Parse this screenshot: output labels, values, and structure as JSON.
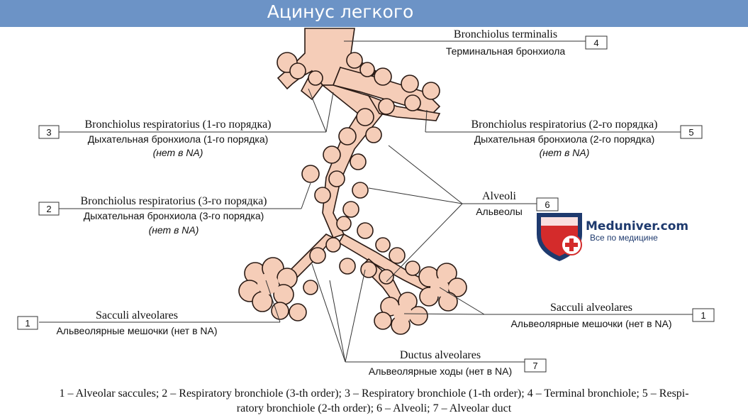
{
  "title": "Ацинус легкого",
  "labels": {
    "terminal": {
      "latin": "Bronchiolus terminalis",
      "rus": "Терминальная бронхиола",
      "num": "4"
    },
    "resp1": {
      "latin": "Bronchiolus respiratorius (1-го порядка)",
      "rus": "Дыхательная бронхиола (1-го порядка)",
      "note": "(нет в NA)",
      "num": "3"
    },
    "resp2": {
      "latin": "Bronchiolus respiratorius (2-го порядка)",
      "rus": "Дыхательная бронхиола (2-го порядка)",
      "note": "(нет в NA)",
      "num": "5"
    },
    "resp3": {
      "latin": "Bronchiolus respiratorius (3-го порядка)",
      "rus": "Дыхательная бронхиола (3-го порядка)",
      "note": "(нет в NA)",
      "num": "2"
    },
    "alveoli": {
      "latin": "Alveoli",
      "rus": "Альвеолы",
      "num": "6"
    },
    "sacculi_left": {
      "latin": "Sacculi alveolares",
      "rus": "Альвеолярные мешочки (нет в NA)",
      "num": "1"
    },
    "sacculi_right": {
      "latin": "Sacculi alveolares",
      "rus": "Альвеолярные мешочки (нет в NA)",
      "num": "1"
    },
    "ductus": {
      "latin": "Ductus alveolares",
      "rus": "Альвеолярные ходы (нет в NA)",
      "num": "7"
    }
  },
  "logo": {
    "name": "Meduniver.com",
    "tagline": "Все по медицине"
  },
  "caption": {
    "line1": "1 – Alveolar saccules; 2 – Respiratory bronchiole (3-th order); 3 – Respiratory bronchiole (1-th order); 4 – Terminal bronchiole; 5 – Respi-",
    "line2": "ratory bronchiole (2-th order); 6 – Alveoli; 7 – Alveolar duct"
  },
  "colors": {
    "title_bar": "#6c93c6",
    "tissue_fill": "#f5cdb8",
    "tissue_stroke": "#2a1a14",
    "logo_blue": "#1e3a6e",
    "logo_red": "#d42b2b"
  }
}
